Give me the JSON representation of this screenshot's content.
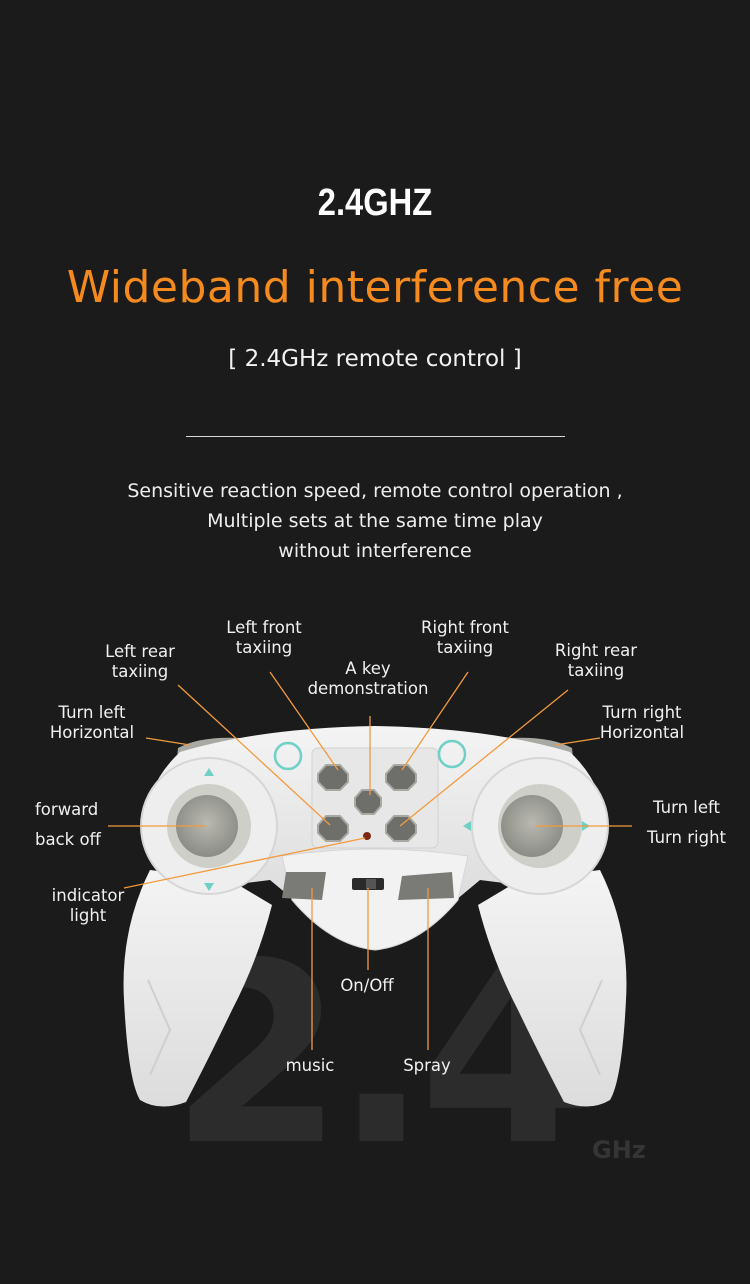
{
  "header": {
    "title": "2.4GHZ",
    "headline": "Wideband interference free",
    "subheadline": "[ 2.4GHz remote control ]"
  },
  "description": {
    "line1": "Sensitive reaction speed, remote control operation ,",
    "line2": "Multiple sets at the same time play",
    "line3": "without interference"
  },
  "callouts": {
    "left_rear": "Left rear\ntaxiing",
    "left_front": "Left front\ntaxiing",
    "a_key_demo": "A key\ndemonstration",
    "right_front": "Right front\ntaxiing",
    "right_rear": "Right rear\ntaxiing",
    "turn_left_horizontal": "Turn left\nHorizontal",
    "turn_right_horizontal": "Turn right\nHorizontal",
    "forward": "forward",
    "back_off": "back off",
    "turn_left": "Turn left",
    "turn_right": "Turn right",
    "indicator_light": "indicator\nlight",
    "on_off": "On/Off",
    "music": "music",
    "spray": "Spray"
  },
  "watermark": {
    "number": "2.4",
    "unit": "GHz"
  },
  "colors": {
    "background": "#1b1b1b",
    "accent": "#f58a1f",
    "leader_line": "#f39a3e",
    "controller": "#ececec"
  }
}
